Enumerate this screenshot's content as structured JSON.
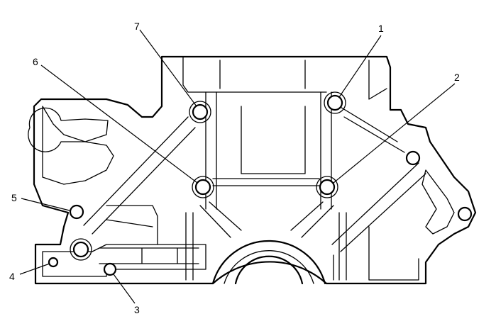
{
  "colors": {
    "line": "#000000",
    "background": "#ffffff"
  },
  "callouts": [
    {
      "id": "1",
      "label": "1"
    },
    {
      "id": "2",
      "label": "2"
    },
    {
      "id": "3",
      "label": "3"
    },
    {
      "id": "4",
      "label": "4"
    },
    {
      "id": "5",
      "label": "5"
    },
    {
      "id": "6",
      "label": "6"
    },
    {
      "id": "7",
      "label": "7"
    }
  ]
}
